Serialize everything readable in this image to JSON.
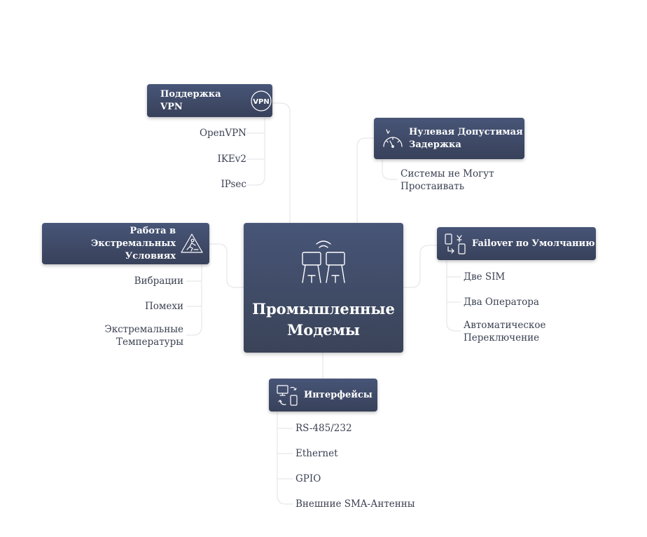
{
  "center": {
    "title": "Промышленные\nМодемы",
    "icon": "industrial-modem-hub-icon"
  },
  "branches": {
    "vpn": {
      "title": "Поддержка VPN",
      "icon": "vpn-icon",
      "items": [
        "OpenVPN",
        "IKEv2",
        "IPsec"
      ]
    },
    "latency": {
      "title": "Нулевая Допустимая\nЗадержка",
      "icon": "speedometer-icon",
      "items": [
        "Системы не Могут\nПростаивать"
      ]
    },
    "extreme": {
      "title": "Работа в Экстремальных\nУсловиях",
      "icon": "warning-road-icon",
      "items": [
        "Вибрации",
        "Помехи",
        "Экстремальные\nТемпературы"
      ]
    },
    "failover": {
      "title": "Failover по Умолчанию",
      "icon": "device-switch-icon",
      "items": [
        "Две SIM",
        "Два Оператора",
        "Автоматическое\nПереключение"
      ]
    },
    "interfaces": {
      "title": "Интерфейсы",
      "icon": "computer-phone-sync-icon",
      "items": [
        "RS-485/232",
        "Ethernet",
        "GPIO",
        "Внешние SMA-Антенны"
      ]
    }
  },
  "colors": {
    "node": "#3f4a64",
    "text": "#3a4152",
    "edge": "#e6e8ec"
  }
}
